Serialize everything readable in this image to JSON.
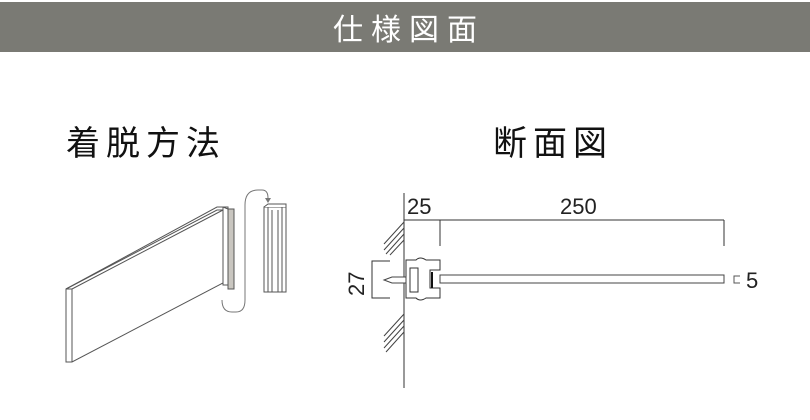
{
  "header": {
    "title": "仕様図面",
    "background": "#7a7a74",
    "text_color": "#ffffff"
  },
  "sections": {
    "attach_method": {
      "title": "着脱方法"
    },
    "cross_section": {
      "title": "断面図",
      "dimensions": {
        "depth_mount": "25",
        "panel_length": "250",
        "height": "27",
        "thickness": "5"
      }
    }
  }
}
